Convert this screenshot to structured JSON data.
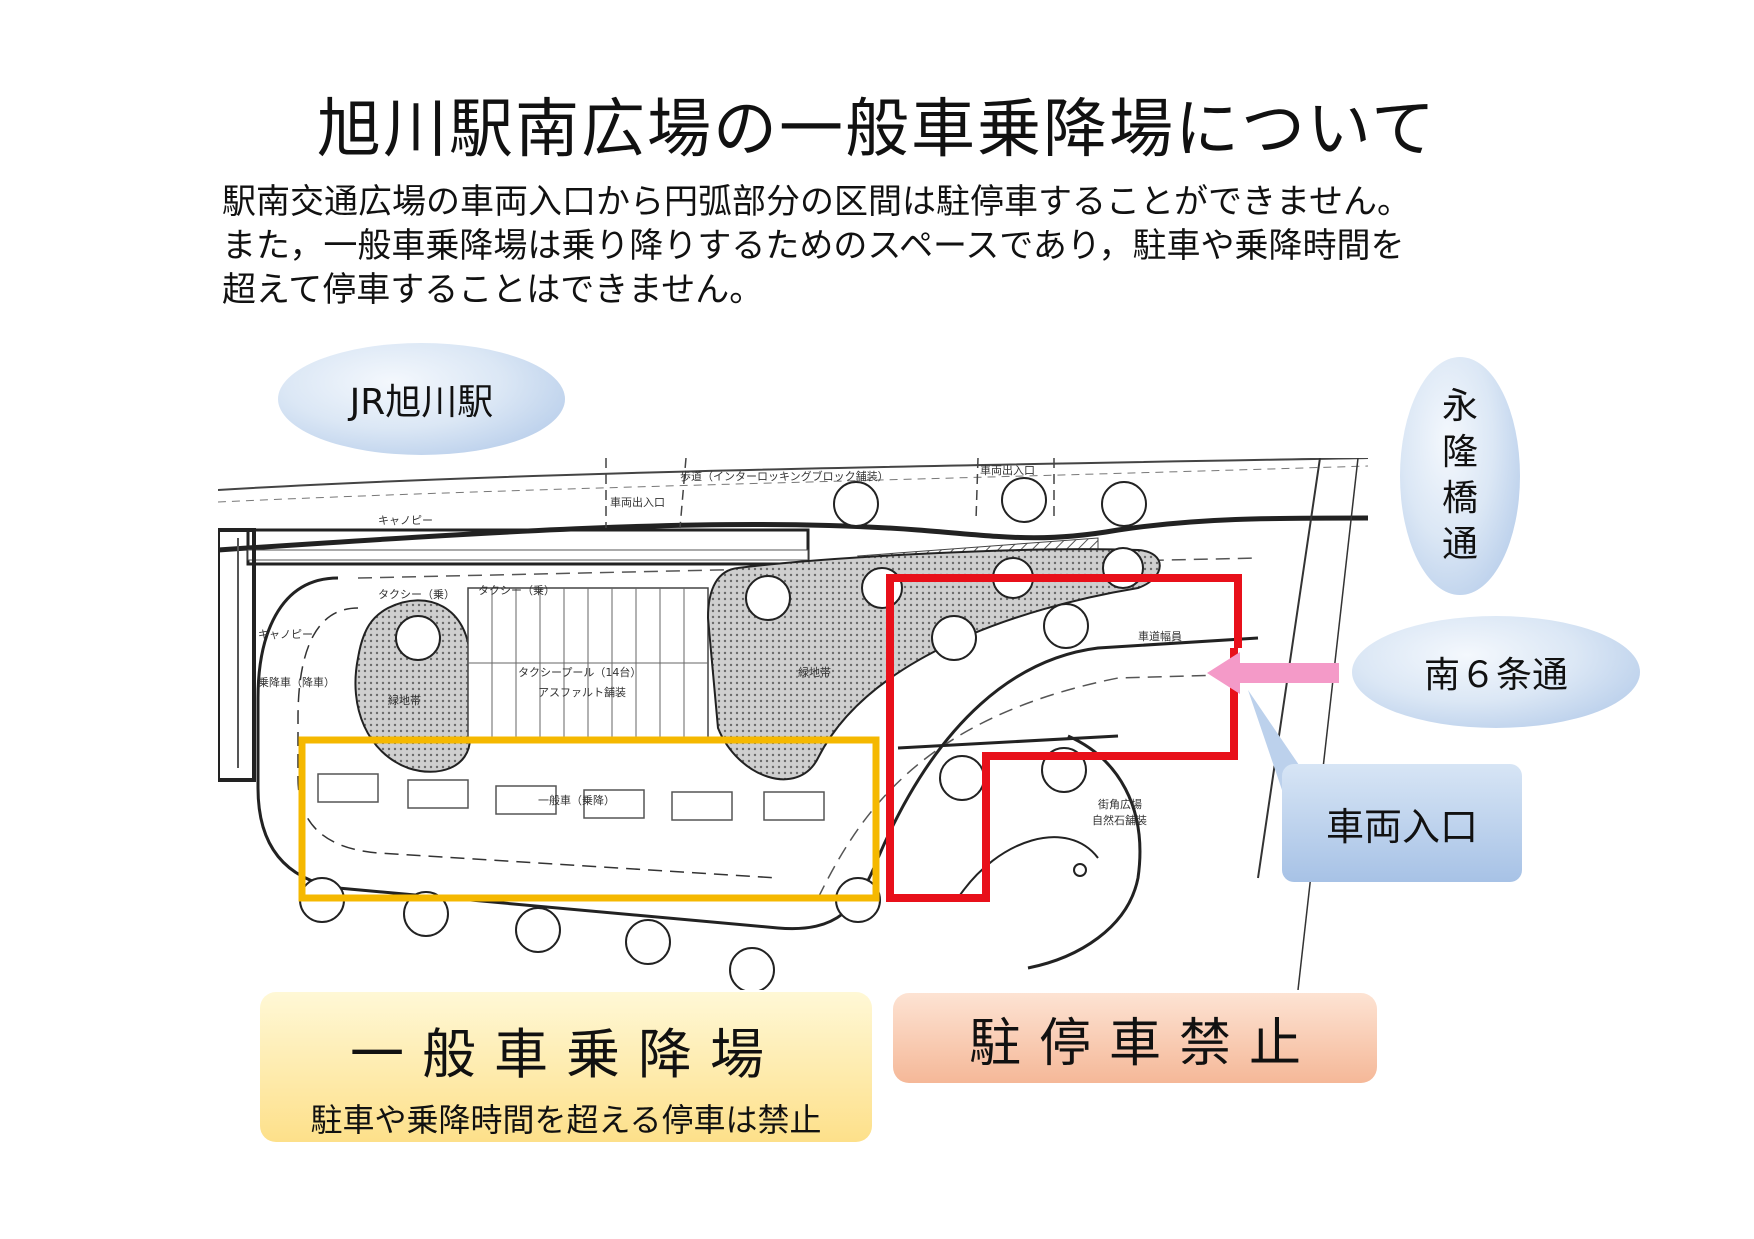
{
  "title": "旭川駅南広場の一般車乗降場について",
  "description": [
    "駅南交通広場の車両入口から円弧部分の区間は駐停車することができません。",
    "また，一般車乗降場は乗り降りするためのスペースであり，駐車や乗降時間を",
    "超えて停車することはできません。"
  ],
  "places": {
    "jr_station": "JR旭川駅",
    "nagai_bridge_street": [
      "永",
      "隆",
      "橋",
      "通"
    ],
    "minami6jo_street": "南６条通",
    "vehicle_entrance": "車両入口"
  },
  "zones": {
    "general_pickup": {
      "title": "一般車乗降場",
      "note": "駐車や乗降時間を超える停車は禁止",
      "color": "#f5b800"
    },
    "no_parking": {
      "title": "駐停車禁止",
      "color": "#e8101a"
    }
  },
  "plan_labels": {
    "walkway": "歩道（インターロッキングブロック舗装）",
    "vehicle_exit_1": "車両出入口",
    "vehicle_exit_2": "車両出入口",
    "canopy_1": "キャノピー",
    "canopy_2": "キャノピー",
    "taxi_1": "タクシー（乗）",
    "taxi_2": "タクシー（乗）",
    "taxi_pool": "タクシープール（14台）",
    "asphalt": "アスファルト舗装",
    "green_1": "緑地帯",
    "green_2": "緑地帯",
    "plaza": "街角広場",
    "stone": "自然石舗装",
    "lane": "車道幅員",
    "general_car": "一般車（乗降）",
    "bus": "乗降車（降車）"
  },
  "entry_arrow_color": "#f49ac8"
}
